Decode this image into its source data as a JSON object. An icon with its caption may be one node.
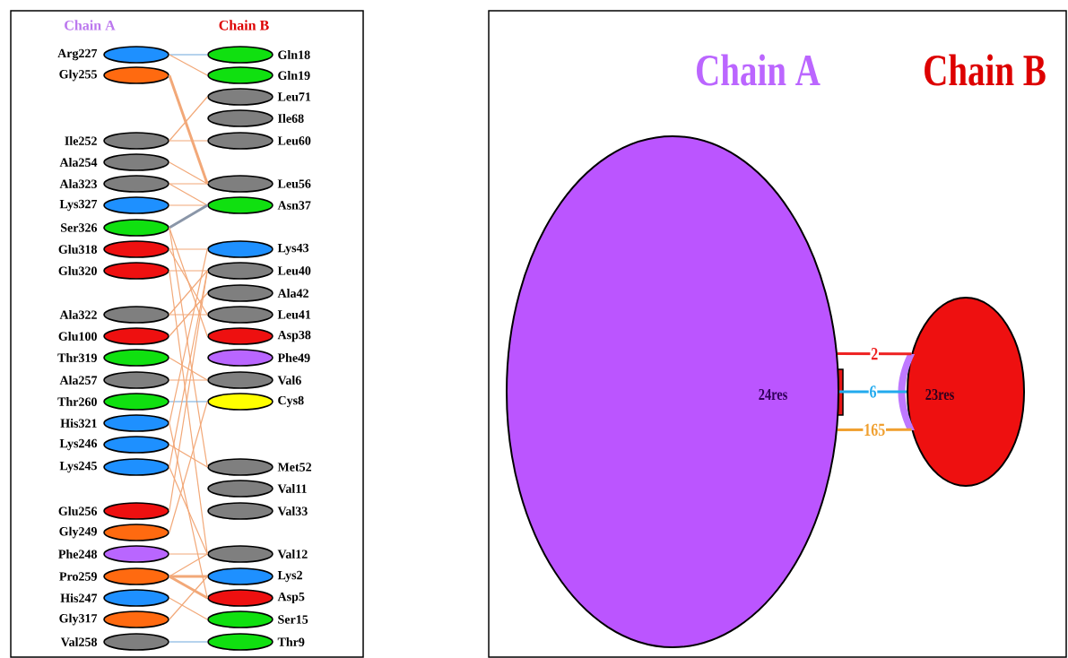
{
  "diagram": {
    "nodes": [
      {
        "text": [
          "Arg227"
        ]
      },
      {
        "text": [
          "Gly255"
        ]
      },
      {
        "text": [
          "Ile252"
        ]
      },
      {
        "text": [
          "Ala254"
        ]
      },
      {
        "text": [
          "Ala323"
        ]
      },
      {
        "text": [
          "Lys327"
        ]
      },
      {
        "text": [
          "Ser326"
        ]
      },
      {
        "text": [
          "Glu318"
        ]
      },
      {
        "text": [
          "Glu320"
        ]
      },
      {
        "text": [
          "Ala322"
        ]
      },
      {
        "text": [
          "Glu100"
        ]
      },
      {
        "text": [
          "Thr319"
        ]
      },
      {
        "text": [
          "Ala257"
        ]
      },
      {
        "text": [
          "Thr260"
        ]
      },
      {
        "text": [
          "His321"
        ]
      },
      {
        "text": [
          "Lys246"
        ]
      },
      {
        "text": [
          "Lys245"
        ]
      },
      {
        "text": [
          "Glu256"
        ]
      },
      {
        "text": [
          "Gly249"
        ]
      },
      {
        "text": [
          "Phe248"
        ]
      },
      {
        "text": [
          "Pro259"
        ]
      },
      {
        "text": [
          "His247"
        ]
      },
      {
        "text": [
          "Gly317"
        ]
      },
      {
        "text": [
          "Val258"
        ]
      },
      {
        "text": [
          "Gln18"
        ]
      },
      {
        "text": [
          "Gln19"
        ]
      },
      {
        "text": [
          "Leu71"
        ]
      },
      {
        "text": [
          "Ile68"
        ]
      },
      {
        "text": [
          "Leu60"
        ]
      },
      {
        "text": [
          "Leu56"
        ]
      },
      {
        "text": [
          "Asn37"
        ]
      },
      {
        "text": [
          "Lys43"
        ]
      },
      {
        "text": [
          "Leu40"
        ]
      },
      {
        "text": [
          "Ala42"
        ]
      },
      {
        "text": [
          "Leu41"
        ]
      },
      {
        "text": [
          "Asp38"
        ]
      },
      {
        "text": [
          "Phe49"
        ]
      },
      {
        "text": [
          "Val6"
        ]
      },
      {
        "text": [
          "Cys8"
        ]
      },
      {
        "text": [
          "Met52"
        ]
      },
      {
        "text": [
          "Val11"
        ]
      },
      {
        "text": [
          "Val33"
        ]
      },
      {
        "text": [
          "Val12"
        ]
      },
      {
        "text": [
          "Lys2"
        ]
      },
      {
        "text": [
          "Asp5"
        ]
      },
      {
        "text": [
          "Ser15"
        ]
      },
      {
        "text": [
          "Thr9"
        ]
      },
      {
        "text": [
          "24res"
        ]
      },
      {
        "text": [
          "23res"
        ]
      }
    ],
    "edges": [
      {
        "from": 0,
        "to": 24,
        "arrow": "none",
        "color": "#6fa8dc"
      },
      {
        "from": 0,
        "to": 25,
        "arrow": "none"
      },
      {
        "from": 1,
        "to": 29,
        "arrow": "none",
        "style": "thick"
      },
      {
        "from": 2,
        "to": 26,
        "arrow": "none"
      },
      {
        "from": 2,
        "to": 28,
        "arrow": "none"
      },
      {
        "from": 3,
        "to": 29,
        "arrow": "none"
      },
      {
        "from": 4,
        "to": 29,
        "arrow": "none"
      },
      {
        "from": 4,
        "to": 30,
        "arrow": "none"
      },
      {
        "from": 5,
        "to": 30,
        "arrow": "none"
      },
      {
        "from": 6,
        "to": 30,
        "arrow": "none",
        "style": "thick",
        "color": "#8a96a8"
      },
      {
        "from": 6,
        "to": 35,
        "arrow": "none"
      },
      {
        "from": 6,
        "to": 39,
        "arrow": "none"
      },
      {
        "from": 7,
        "to": 31,
        "arrow": "none"
      },
      {
        "from": 7,
        "to": 34,
        "arrow": "none"
      },
      {
        "from": 8,
        "to": 32,
        "arrow": "none"
      },
      {
        "from": 8,
        "to": 42,
        "arrow": "none"
      },
      {
        "from": 9,
        "to": 32,
        "arrow": "none"
      },
      {
        "from": 9,
        "to": 34,
        "arrow": "none"
      },
      {
        "from": 10,
        "to": 33,
        "arrow": "none"
      },
      {
        "from": 11,
        "to": 37,
        "arrow": "none"
      },
      {
        "from": 12,
        "to": 37,
        "arrow": "none"
      },
      {
        "from": 13,
        "to": 38,
        "arrow": "none",
        "color": "#6fa8dc"
      },
      {
        "from": 14,
        "to": 31,
        "arrow": "none"
      },
      {
        "from": 14,
        "to": 44,
        "arrow": "none"
      },
      {
        "from": 15,
        "to": 39,
        "arrow": "none"
      },
      {
        "from": 16,
        "to": 42,
        "arrow": "none"
      },
      {
        "from": 16,
        "to": 32,
        "arrow": "none"
      },
      {
        "from": 17,
        "to": 32,
        "arrow": "none"
      },
      {
        "from": 18,
        "to": 38,
        "arrow": "none"
      },
      {
        "from": 19,
        "to": 42,
        "arrow": "none"
      },
      {
        "from": 20,
        "to": 42,
        "arrow": "none"
      },
      {
        "from": 20,
        "to": 43,
        "arrow": "none",
        "style": "thick"
      },
      {
        "from": 20,
        "to": 44,
        "arrow": "none",
        "style": "thick"
      },
      {
        "from": 21,
        "to": 45,
        "arrow": "none"
      },
      {
        "from": 22,
        "to": 43,
        "arrow": "none"
      },
      {
        "from": 23,
        "to": 46,
        "arrow": "none",
        "color": "#6fa8dc"
      },
      {
        "from": 47,
        "to": 48,
        "arrow": "none",
        "label": "2",
        "style": "thick",
        "color": "#ee2222"
      },
      {
        "from": 47,
        "to": 48,
        "arrow": "none",
        "label": "6",
        "style": "thick",
        "color": "#22aaee"
      },
      {
        "from": 47,
        "to": 48,
        "arrow": "none",
        "label": "165",
        "style": "thick",
        "color": "#f0a030"
      }
    ],
    "labels": [
      "Chain A",
      "Chain B",
      "Chain A",
      "Chain B"
    ]
  }
}
